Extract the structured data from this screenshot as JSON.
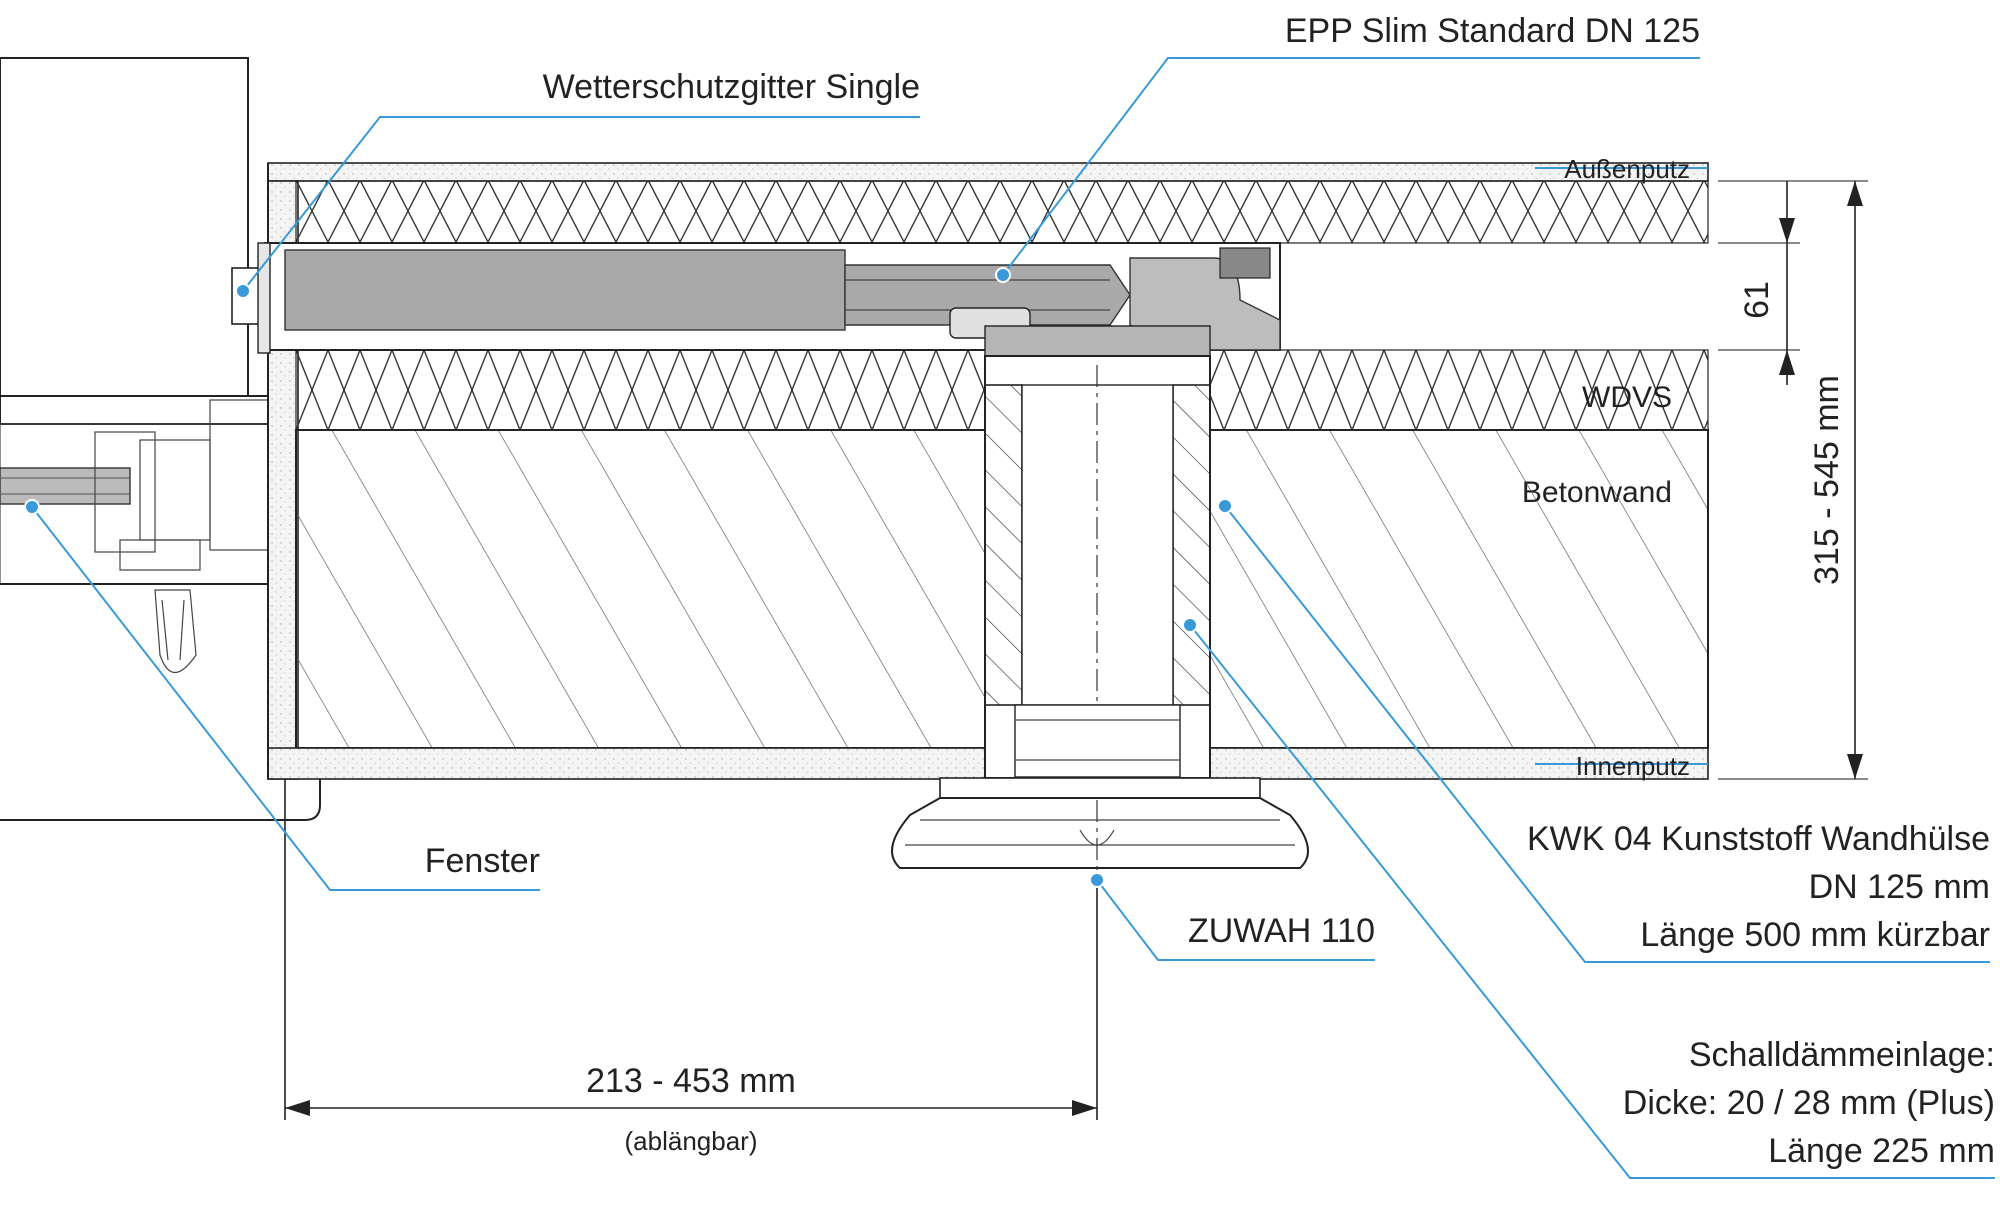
{
  "labels": {
    "wetterschutzgitter": "Wetterschutzgitter Single",
    "epp": "EPP Slim Standard DN 125",
    "aussenputz": "Außenputz",
    "wdvs": "WDVS",
    "betonwand": "Betonwand",
    "innenputz": "Innenputz",
    "fenster": "Fenster",
    "zuwah": "ZUWAH 110",
    "kwk_line1": "KWK 04 Kunststoff Wandhülse",
    "kwk_line2": "DN 125 mm",
    "kwk_line3": "Länge 500 mm kürzbar",
    "schall_line1": "Schalldämmeinlage:",
    "schall_line2": "Dicke: 20 / 28 mm (Plus)",
    "schall_line3": "Länge 225 mm"
  },
  "dimensions": {
    "horizontal": "213 - 453 mm",
    "horizontal_note": "(ablängbar)",
    "vertical_total": "315 - 545 mm",
    "vertical_small": "61"
  },
  "colors": {
    "leader": "#3a9ad9",
    "duct": "#a9a9a9",
    "line": "#222222"
  }
}
